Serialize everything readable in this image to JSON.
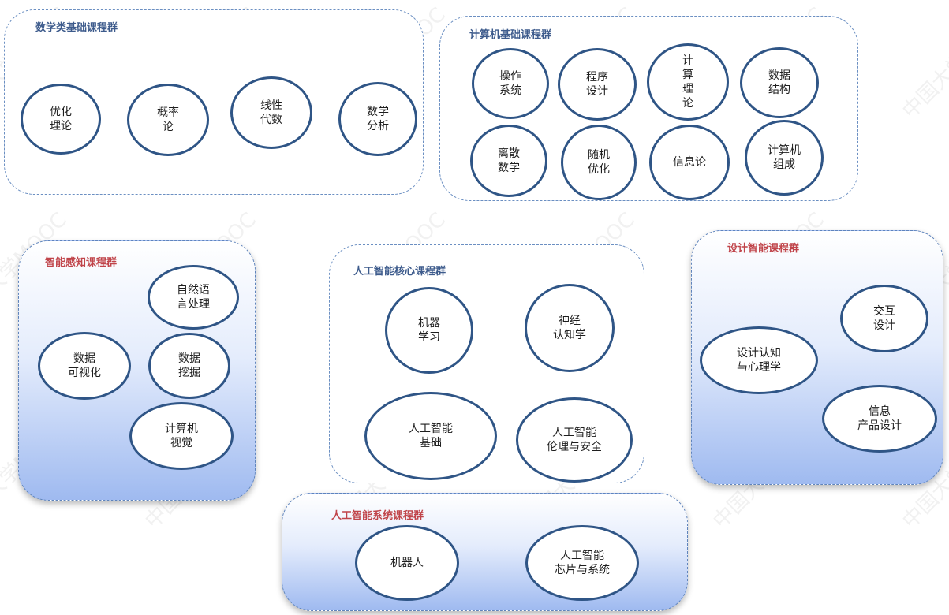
{
  "watermark": "中国大学MOOC",
  "colors": {
    "border": "#2f5586",
    "title_navy": "#3d5b8c",
    "title_red": "#c0444a"
  },
  "groups": {
    "math": {
      "title": "数学类基础课程群",
      "courses": [
        "优化\n理论",
        "概率\n论",
        "线性\n代数",
        "数学\n分析"
      ]
    },
    "cs": {
      "title": "计算机基础课程群",
      "courses": [
        "操作\n系统",
        "程序\n设计",
        "计\n算\n理\n论",
        "数据\n结构",
        "离散\n数学",
        "随机\n优化",
        "信息论",
        "计算机\n组成"
      ]
    },
    "perception": {
      "title": "智能感知课程群",
      "courses": [
        "自然语\n言处理",
        "数据\n可视化",
        "数据\n挖掘",
        "计算机\n视觉"
      ]
    },
    "core": {
      "title": "人工智能核心课程群",
      "courses": [
        "机器\n学习",
        "神经\n认知学",
        "人工智能\n基础",
        "人工智能\n伦理与安全"
      ]
    },
    "design": {
      "title": "设计智能课程群",
      "courses": [
        "交互\n设计",
        "设计认知\n与心理学",
        "信息\n产品设计"
      ]
    },
    "systems": {
      "title": "人工智能系统课程群",
      "courses": [
        "机器人",
        "人工智能\n芯片与系统"
      ]
    }
  }
}
